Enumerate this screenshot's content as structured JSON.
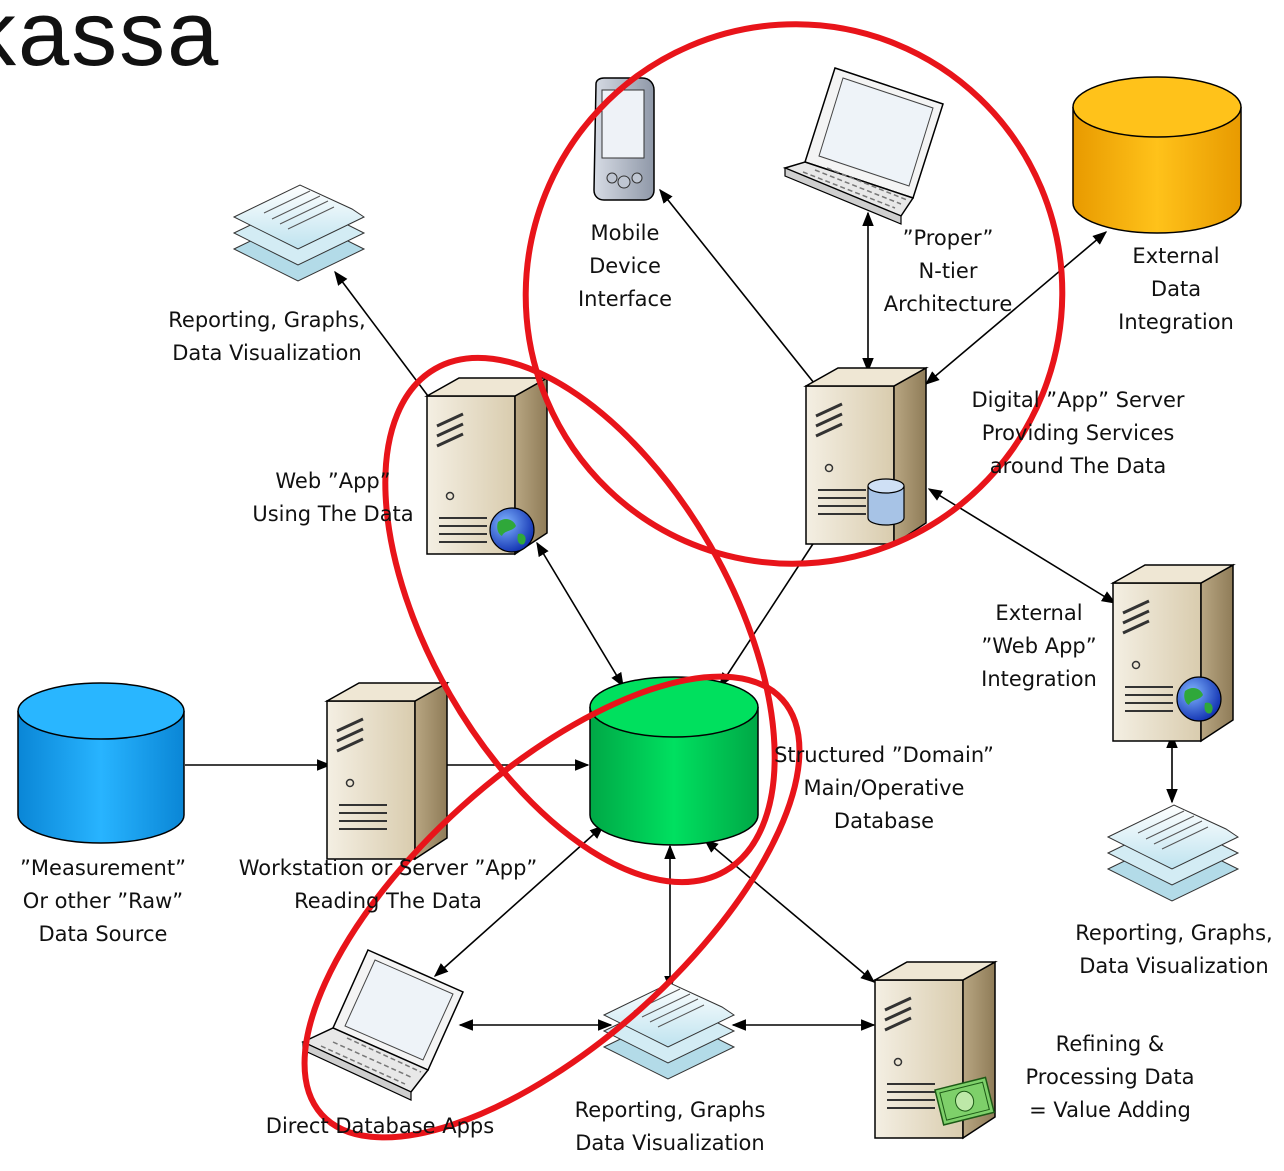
{
  "title": "kassa",
  "nodes": {
    "mobile": {
      "lines": [
        "Mobile",
        "Device",
        "Interface"
      ]
    },
    "proper": {
      "lines": [
        "”Proper”",
        "N-tier",
        "Architecture"
      ]
    },
    "external_data": {
      "lines": [
        "External",
        "Data",
        "Integration"
      ]
    },
    "reporting_top": {
      "lines": [
        "Reporting, Graphs,",
        "Data Visualization"
      ]
    },
    "web_app": {
      "lines": [
        "Web ”App”",
        "Using The Data"
      ]
    },
    "digital_app": {
      "lines": [
        "Digital ”App” Server",
        "Providing Services",
        "around The Data"
      ]
    },
    "external_web": {
      "lines": [
        "External",
        "”Web App”",
        "Integration"
      ]
    },
    "domain_db": {
      "lines": [
        "Structured ”Domain”",
        "Main/Operative",
        "Database"
      ]
    },
    "measurement": {
      "lines": [
        "”Measurement”",
        "Or other ”Raw”",
        "Data Source"
      ]
    },
    "workstation": {
      "lines": [
        "Workstation or Server ”App”",
        "Reading The Data"
      ]
    },
    "reporting_right": {
      "lines": [
        "Reporting, Graphs,",
        "Data Visualization"
      ]
    },
    "refining": {
      "lines": [
        "Refining &",
        "Processing Data",
        "= Value Adding"
      ]
    },
    "direct_db": {
      "lines": [
        "Direct Database Apps"
      ]
    },
    "reporting_bottom": {
      "lines": [
        "Reporting, Graphs",
        "Data Visualization"
      ]
    }
  },
  "colors": {
    "raw_db": "#1aa3f0",
    "domain_db": "#00cc55",
    "external_db": "#f7b500",
    "highlight_ellipse": "#e8141a",
    "server_body": "#e6dcc6"
  },
  "icons": {
    "server": "server-icon",
    "database": "database-icon",
    "laptop": "laptop-icon",
    "mobile": "mobile-device-icon",
    "documents": "document-stack-icon",
    "globe": "globe-icon",
    "money": "money-icon"
  }
}
